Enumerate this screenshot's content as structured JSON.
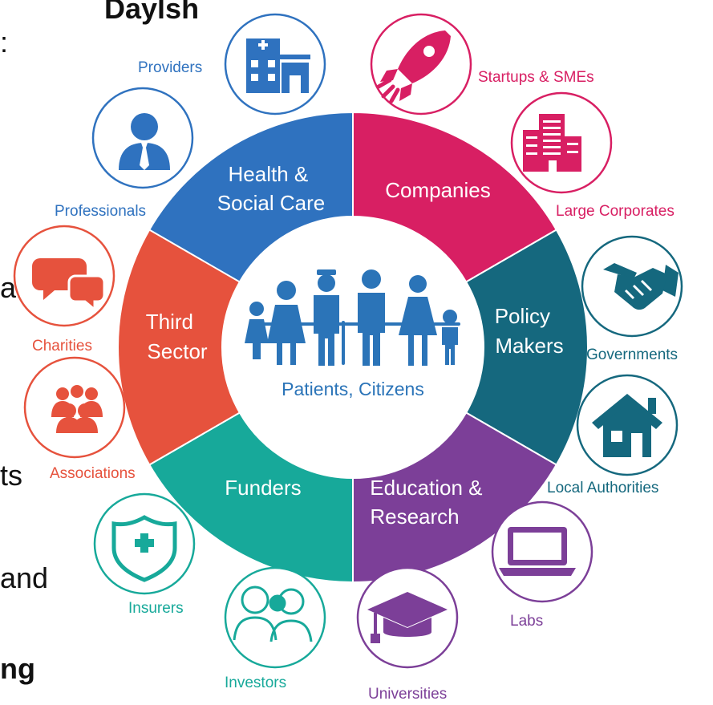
{
  "background_fragments": [
    "Daylsh",
    ":",
    "al",
    "ts",
    "and",
    "ng"
  ],
  "center": {
    "label": "Patients, Citizens",
    "icon": "family-icon",
    "color": "#2b74b8"
  },
  "segments": [
    {
      "id": "health",
      "lines": [
        "Health &",
        "Social Care"
      ],
      "color": "#2f72bf"
    },
    {
      "id": "companies",
      "lines": [
        "Companies"
      ],
      "color": "#d81f63"
    },
    {
      "id": "policy",
      "lines": [
        "Policy",
        "Makers"
      ],
      "color": "#15687e"
    },
    {
      "id": "education",
      "lines": [
        "Education &",
        "Research"
      ],
      "color": "#7c3f98"
    },
    {
      "id": "funders",
      "lines": [
        "Funders"
      ],
      "color": "#17a99a"
    },
    {
      "id": "third",
      "lines": [
        "Third",
        "Sector"
      ],
      "color": "#e6523d"
    }
  ],
  "satellites": [
    {
      "label": "Providers",
      "icon": "hospital-icon",
      "color": "#2f72bf"
    },
    {
      "label": "Startups & SMEs",
      "icon": "rocket-icon",
      "color": "#d81f63"
    },
    {
      "label": "Large Corporates",
      "icon": "office-building-icon",
      "color": "#d81f63"
    },
    {
      "label": "Governments",
      "icon": "handshake-icon",
      "color": "#15687e"
    },
    {
      "label": "Local Authorities",
      "icon": "house-icon",
      "color": "#15687e"
    },
    {
      "label": "Labs",
      "icon": "laptop-icon",
      "color": "#7c3f98"
    },
    {
      "label": "Universities",
      "icon": "graduation-cap-icon",
      "color": "#7c3f98"
    },
    {
      "label": "Investors",
      "icon": "investors-icon",
      "color": "#17a99a"
    },
    {
      "label": "Insurers",
      "icon": "shield-cross-icon",
      "color": "#17a99a"
    },
    {
      "label": "Associations",
      "icon": "group-icon",
      "color": "#e6523d"
    },
    {
      "label": "Charities",
      "icon": "speech-bubbles-icon",
      "color": "#e6523d"
    },
    {
      "label": "Professionals",
      "icon": "professional-icon",
      "color": "#2f72bf"
    }
  ]
}
